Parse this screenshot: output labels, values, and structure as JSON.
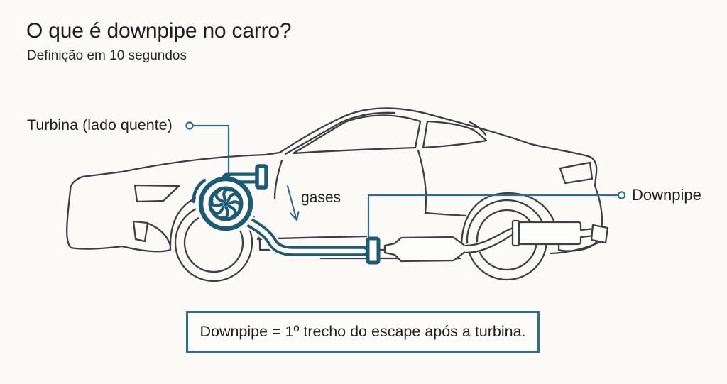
{
  "colors": {
    "background": "#fbfaf7",
    "accent_teal": "#1d5a74",
    "leader_teal": "#2e6e8c",
    "car_line_gray": "#3d4043",
    "text": "#1f2124"
  },
  "header": {
    "title": "O que é downpipe no carro?",
    "subtitle": "Definição em 10 segundos"
  },
  "diagram": {
    "turbine_label": "Turbina (lado quente)",
    "gases_label": "gases",
    "downpipe_label": "Downpipe",
    "caption": "Downpipe = 1º trecho do escape após a turbina."
  }
}
